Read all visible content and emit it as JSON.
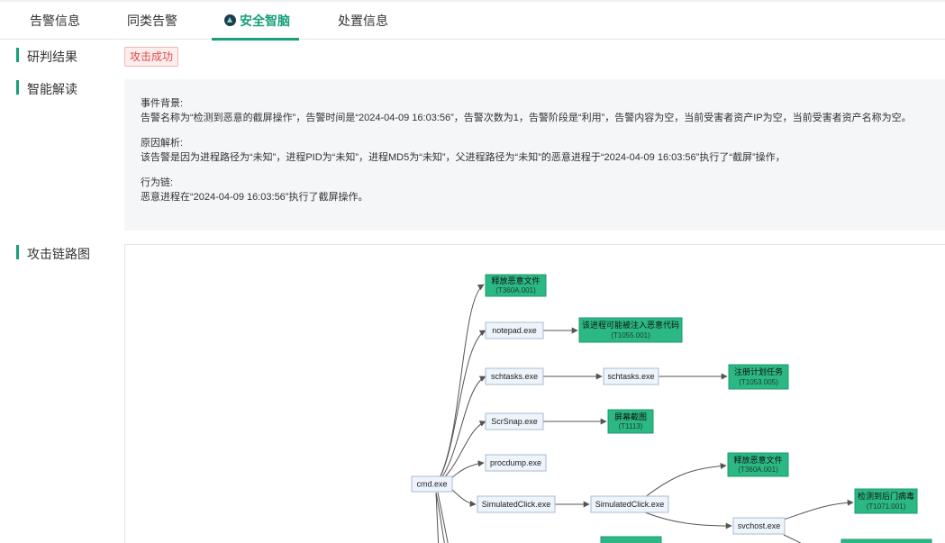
{
  "tabs": [
    {
      "label": "告警信息"
    },
    {
      "label": "同类告警"
    },
    {
      "label": "安全智脑"
    },
    {
      "label": "处置信息"
    }
  ],
  "sections": {
    "judgement": {
      "title": "研判结果",
      "badge": "攻击成功"
    },
    "interpretation": {
      "title": "智能解读",
      "background_label": "事件背景:",
      "background_text": "告警名称为“检测到恶意的截屏操作”，告警时间是“2024-04-09 16:03:56”，告警次数为1，告警阶段是“利用”，告警内容为空，当前受害者资产IP为空，当前受害者资产名称为空。",
      "cause_label": "原因解析:",
      "cause_text": "该告警是因为进程路径为“未知”，进程PID为“未知”，进程MD5为“未知”，父进程路径为“未知”的恶意进程于“2024-04-09 16:03:56”执行了“截屏”操作，",
      "chain_label": "行为链:",
      "chain_text": "恶意进程在“2024-04-09 16:03:56”执行了截屏操作。"
    },
    "attack_chain": {
      "title": "攻击链路图"
    }
  },
  "graph": {
    "process_nodes": {
      "cmd": "cmd.exe",
      "notepad": "notepad.exe",
      "schtasks1": "schtasks.exe",
      "schtasks2": "schtasks.exe",
      "scrsnap": "ScrSnap.exe",
      "procdump": "procdump.exe",
      "simclick1": "SimulatedClick.exe",
      "simclick2": "SimulatedClick.exe",
      "svchost": "svchost.exe"
    },
    "technique_nodes": {
      "t1_name": "释放恶意文件",
      "t1_id": "(T360A.001)",
      "t2_name": "该进程可能被注入恶意代码",
      "t2_id": "(T1055.001)",
      "t3_name": "注册计划任务",
      "t3_id": "(T1053.005)",
      "t4_name": "屏幕截图",
      "t4_id": "(T1113)",
      "t5_name": "释放恶意文件",
      "t5_id": "(T360A.001)",
      "t6_name": "检测到后门病毒",
      "t6_id": "(T1071.001)"
    },
    "colors": {
      "technique_fill": "#2bb884",
      "process_fill": "#eef4fb",
      "process_border": "#a9bccf",
      "edge": "#555555"
    }
  }
}
